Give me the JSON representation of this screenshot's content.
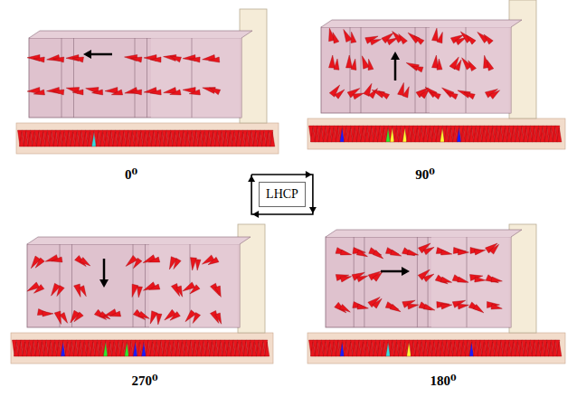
{
  "diagram": {
    "nodes": [
      {
        "text": [
          "LHCP"
        ]
      }
    ],
    "labels": [
      "0⁰",
      "90⁰",
      "270⁰",
      "180⁰"
    ]
  }
}
